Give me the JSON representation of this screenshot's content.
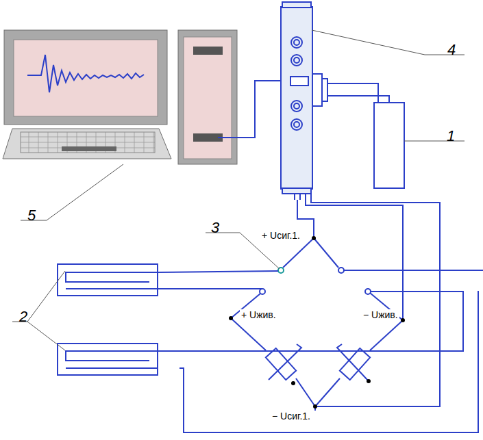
{
  "diagram": {
    "labels": [
      "1",
      "2",
      "3",
      "4",
      "5",
      "+ Uсиг.1.",
      "+ Uжив.",
      "− Uжив.",
      "− Uсиг.1."
    ]
  }
}
